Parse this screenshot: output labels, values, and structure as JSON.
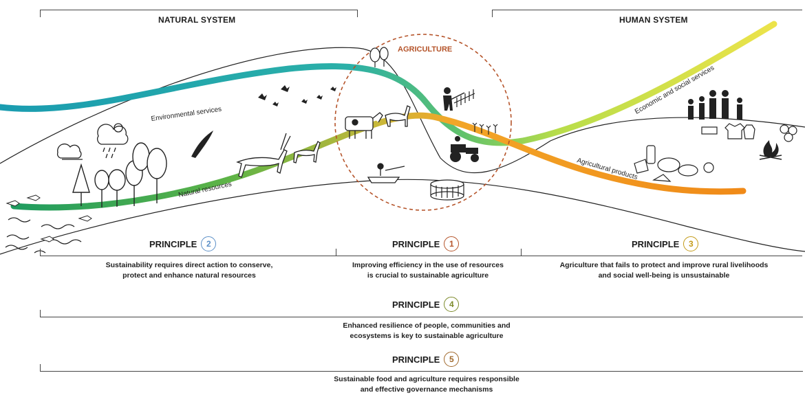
{
  "systems": {
    "natural": "NATURAL SYSTEM",
    "human": "HUMAN SYSTEM",
    "agriculture": "AGRICULTURE"
  },
  "curve_labels": {
    "environmental_services": "Environmental services",
    "natural_resources": "Natural resources",
    "economic_social_services": "Economic and social services",
    "agricultural_products": "Agricultural products"
  },
  "principles": [
    {
      "label": "PRINCIPLE",
      "number": "2",
      "color": "#5b8fc7",
      "text_line1": "Sustainability requires direct action to conserve,",
      "text_line2": "protect and enhance natural resources"
    },
    {
      "label": "PRINCIPLE",
      "number": "1",
      "color": "#b5542a",
      "text_line1": "Improving efficiency in the use of resources",
      "text_line2": "is crucial to sustainable agriculture"
    },
    {
      "label": "PRINCIPLE",
      "number": "3",
      "color": "#c39a16",
      "text_line1": "Agriculture that fails to protect and improve rural livelihoods",
      "text_line2": "and social well-being is unsustainable"
    },
    {
      "label": "PRINCIPLE",
      "number": "4",
      "color": "#7c8a2a",
      "text_line1": "Enhanced resilience of people, communities and",
      "text_line2": "ecosystems is key to sustainable agriculture"
    },
    {
      "label": "PRINCIPLE",
      "number": "5",
      "color": "#a0682a",
      "text_line1": "Sustainable food and agriculture requires responsible",
      "text_line2": "and effective governance mechanisms"
    }
  ],
  "colors": {
    "teal": "#1a9cb0",
    "green": "#66b84a",
    "yellow": "#e8e24a",
    "orange": "#f29a1e",
    "agriculture": "#b5542a"
  }
}
